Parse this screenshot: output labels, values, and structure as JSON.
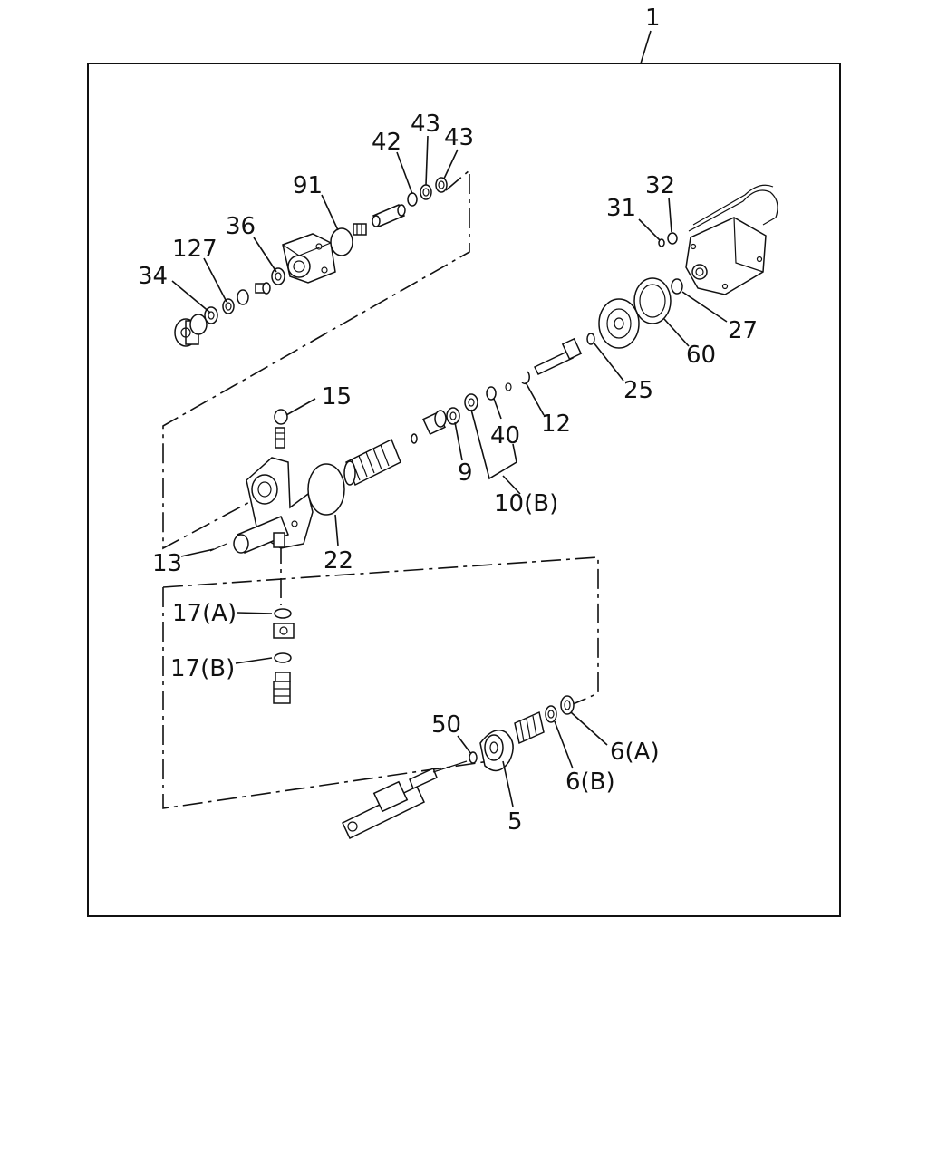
{
  "diagram": {
    "assembly_number": "1",
    "callouts": {
      "c34": "34",
      "c127": "127",
      "c36": "36",
      "c91": "91",
      "c42": "42",
      "c43a": "43",
      "c43b": "43",
      "c31": "31",
      "c32": "32",
      "c27": "27",
      "c60": "60",
      "c25": "25",
      "c12": "12",
      "c40": "40",
      "c9": "9",
      "c10b": "10(B)",
      "c15": "15",
      "c22": "22",
      "c13": "13",
      "c17a": "17(A)",
      "c17b": "17(B)",
      "c50": "50",
      "c5": "5",
      "c6a": "6(A)",
      "c6b": "6(B)"
    }
  }
}
